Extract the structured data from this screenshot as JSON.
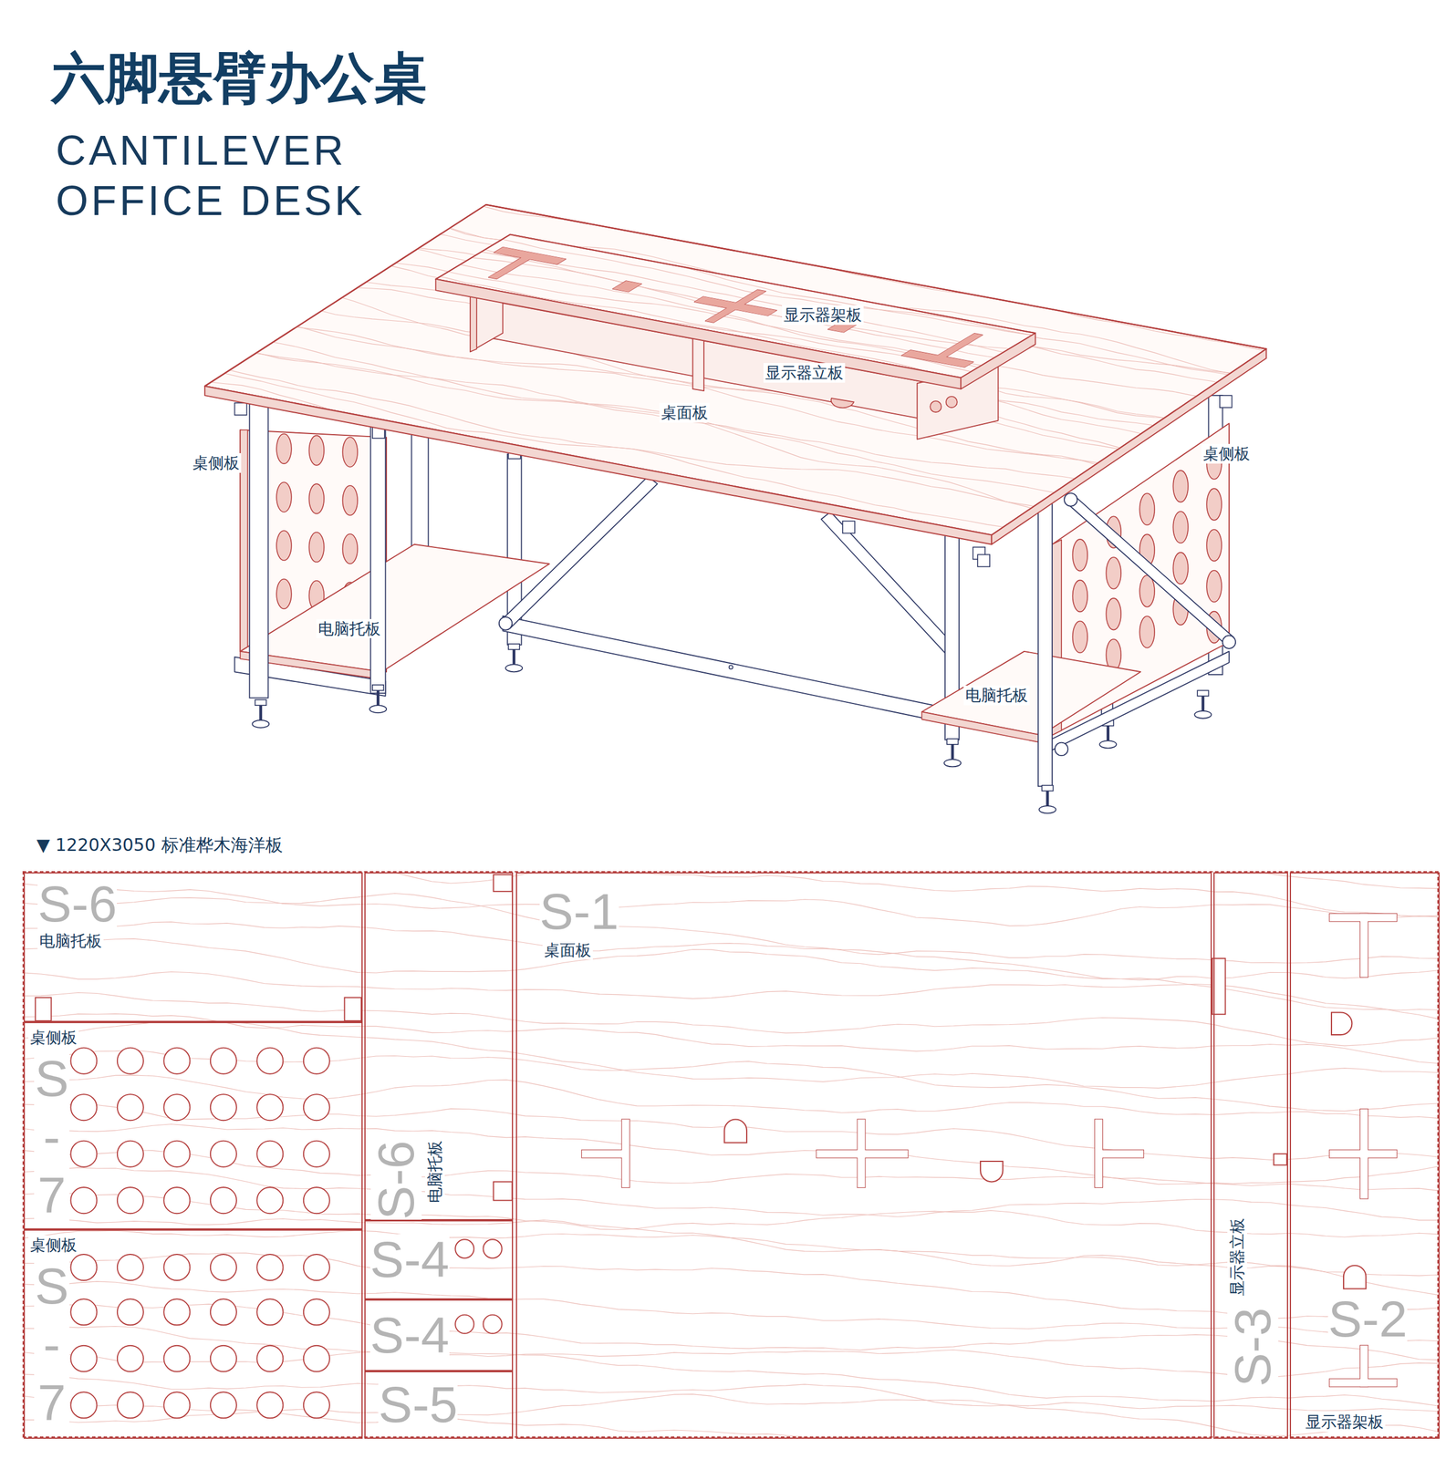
{
  "diagram": {
    "title": "六脚悬臂办公桌",
    "nodes": [
      {
        "text": [
          "▼ 1220X3050 标准桦木海洋板"
        ]
      },
      {
        "text": [
          "S-6",
          "电脑托板"
        ],
        "in": 0
      },
      {
        "text": [
          "桌侧板",
          "S-7"
        ],
        "in": 0
      },
      {
        "text": [
          "桌侧板",
          "S-7"
        ],
        "in": 0
      },
      {
        "text": [
          "S-6",
          "电脑托板"
        ],
        "in": 0
      },
      {
        "text": [
          "S-4"
        ],
        "in": 0
      },
      {
        "text": [
          "S-4"
        ],
        "in": 0
      },
      {
        "text": [
          "S-5"
        ],
        "in": 0
      },
      {
        "text": [
          "S-1",
          "桌面板"
        ],
        "in": 0
      },
      {
        "text": [
          "显示器立板",
          "S-3"
        ],
        "in": 0
      },
      {
        "text": [
          "S-2",
          "显示器架板"
        ],
        "in": 0
      }
    ],
    "labels": [
      "CANTILEVER OFFICE DESK",
      "显示器架板",
      "显示器立板",
      "桌面板",
      "桌侧板",
      "桌侧板",
      "电脑托板",
      "电脑托板"
    ]
  }
}
